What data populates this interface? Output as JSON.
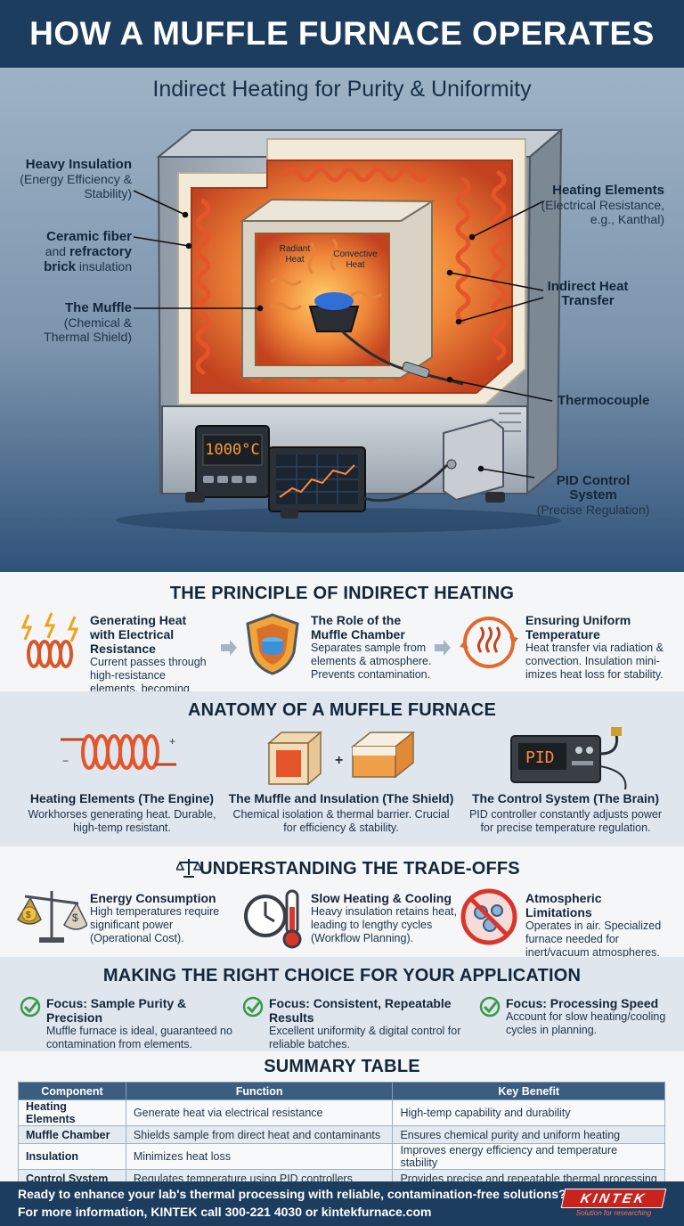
{
  "title": "HOW A MUFFLE FURNACE OPERATES",
  "hero": {
    "subtitle": "Indirect Heating for Purity & Uniformity",
    "display_temp": "1000°C",
    "callouts": {
      "heavy_insulation": {
        "title": "Heavy Insulation",
        "detail": "(Energy Efficiency & Stability)"
      },
      "ceramic": {
        "pre1": "Ceramic fiber",
        "and": "and",
        "bold2": "refractory",
        "bold3": "brick",
        "rest": "insulation"
      },
      "muffle": {
        "title": "The Muffle",
        "detail": "(Chemical & Thermal Shield)"
      },
      "heating_elements": {
        "title": "Heating Elements",
        "detail": "(Electrical Resistance, e.g., Kanthal)"
      },
      "indirect_heat": {
        "title": "Indirect Heat Transfer"
      },
      "thermocouple": {
        "title": "Thermocouple"
      },
      "pid": {
        "title": "PID Control System",
        "detail": "(Precise Regulation)"
      },
      "radiant": "Radiant Heat",
      "convective": "Convective Heat"
    }
  },
  "principle": {
    "heading": "THE PRINCIPLE OF INDIRECT HEATING",
    "items": [
      {
        "title": "Generating Heat with Electrical Resistance",
        "text": "Current passes through high-resistance elements, becoming intensely hot."
      },
      {
        "title": "The Role of the Muffle Chamber",
        "text": "Separates sample from elements & atmosphere. Prevents contamination."
      },
      {
        "title": "Ensuring Uniform Temperature",
        "text": "Heat transfer via radiation & convection. Insulation mini- imizes heat loss for stability."
      }
    ]
  },
  "anatomy": {
    "heading": "ANATOMY OF A MUFFLE FURNACE",
    "pid_label": "PID",
    "items": [
      {
        "title": "Heating Elements (The Engine)",
        "text": "Workhorses generating heat. Durable, high-temp resistant."
      },
      {
        "title": "The Muffle and Insulation (The Shield)",
        "text": "Chemical isolation & thermal barrier. Crucial for efficiency & stability."
      },
      {
        "title": "The Control System (The Brain)",
        "text": "PID controller constantly adjusts power for precise temperature regulation."
      }
    ]
  },
  "tradeoffs": {
    "heading": "UNDERSTANDING THE TRADE-OFFS",
    "items": [
      {
        "title": "Energy Consumption",
        "text": "High temperatures require significant power (Operational Cost)."
      },
      {
        "title": "Slow Heating & Cooling",
        "text": "Heavy insulation retains heat, leading to lengthy cycles (Workflow Planning)."
      },
      {
        "title": "Atmospheric Limitations",
        "text": "Operates in air. Specialized furnace needed for inert/vacuum atmospheres."
      }
    ]
  },
  "choice": {
    "heading": "MAKING THE RIGHT CHOICE FOR YOUR APPLICATION",
    "items": [
      {
        "title": "Focus: Sample Purity & Precision",
        "text": "Muffle furnace is ideal, guaranteed no contamination from elements."
      },
      {
        "title": "Focus: Consistent, Repeatable Results",
        "text": "Excellent uniformity & digital control for reliable batches."
      },
      {
        "title": "Focus: Processing Speed",
        "text": "Account for slow heating/cooling cycles in planning."
      }
    ]
  },
  "summary": {
    "heading": "SUMMARY TABLE",
    "headers": [
      "Component",
      "Function",
      "Key Benefit"
    ],
    "rows": [
      [
        "Heating Elements",
        "Generate heat via electrical resistance",
        "High-temp capability and durability"
      ],
      [
        "Muffle Chamber",
        "Shields sample from direct heat and contaminants",
        "Ensures chemical purity and uniform heating"
      ],
      [
        "Insulation",
        "Minimizes heat loss",
        "Improves energy efficiency and temperature stability"
      ],
      [
        "Control System",
        "Regulates temperature using PID controllers",
        "Provides precise and repeatable thermal processing"
      ]
    ]
  },
  "footer": {
    "line1": "Ready to enhance your lab's thermal processing with reliable, contamination-free solutions?",
    "line2": "For more information, KINTEK call 300-221 4030 or kintekfurnace.com",
    "logo": "KINTEK",
    "tagline": "Solution for researching"
  },
  "colors": {
    "navy": "#1d3d5e",
    "accent_red": "#c9231e",
    "coil": "#e4552a",
    "check_green": "#3a9a4a"
  }
}
